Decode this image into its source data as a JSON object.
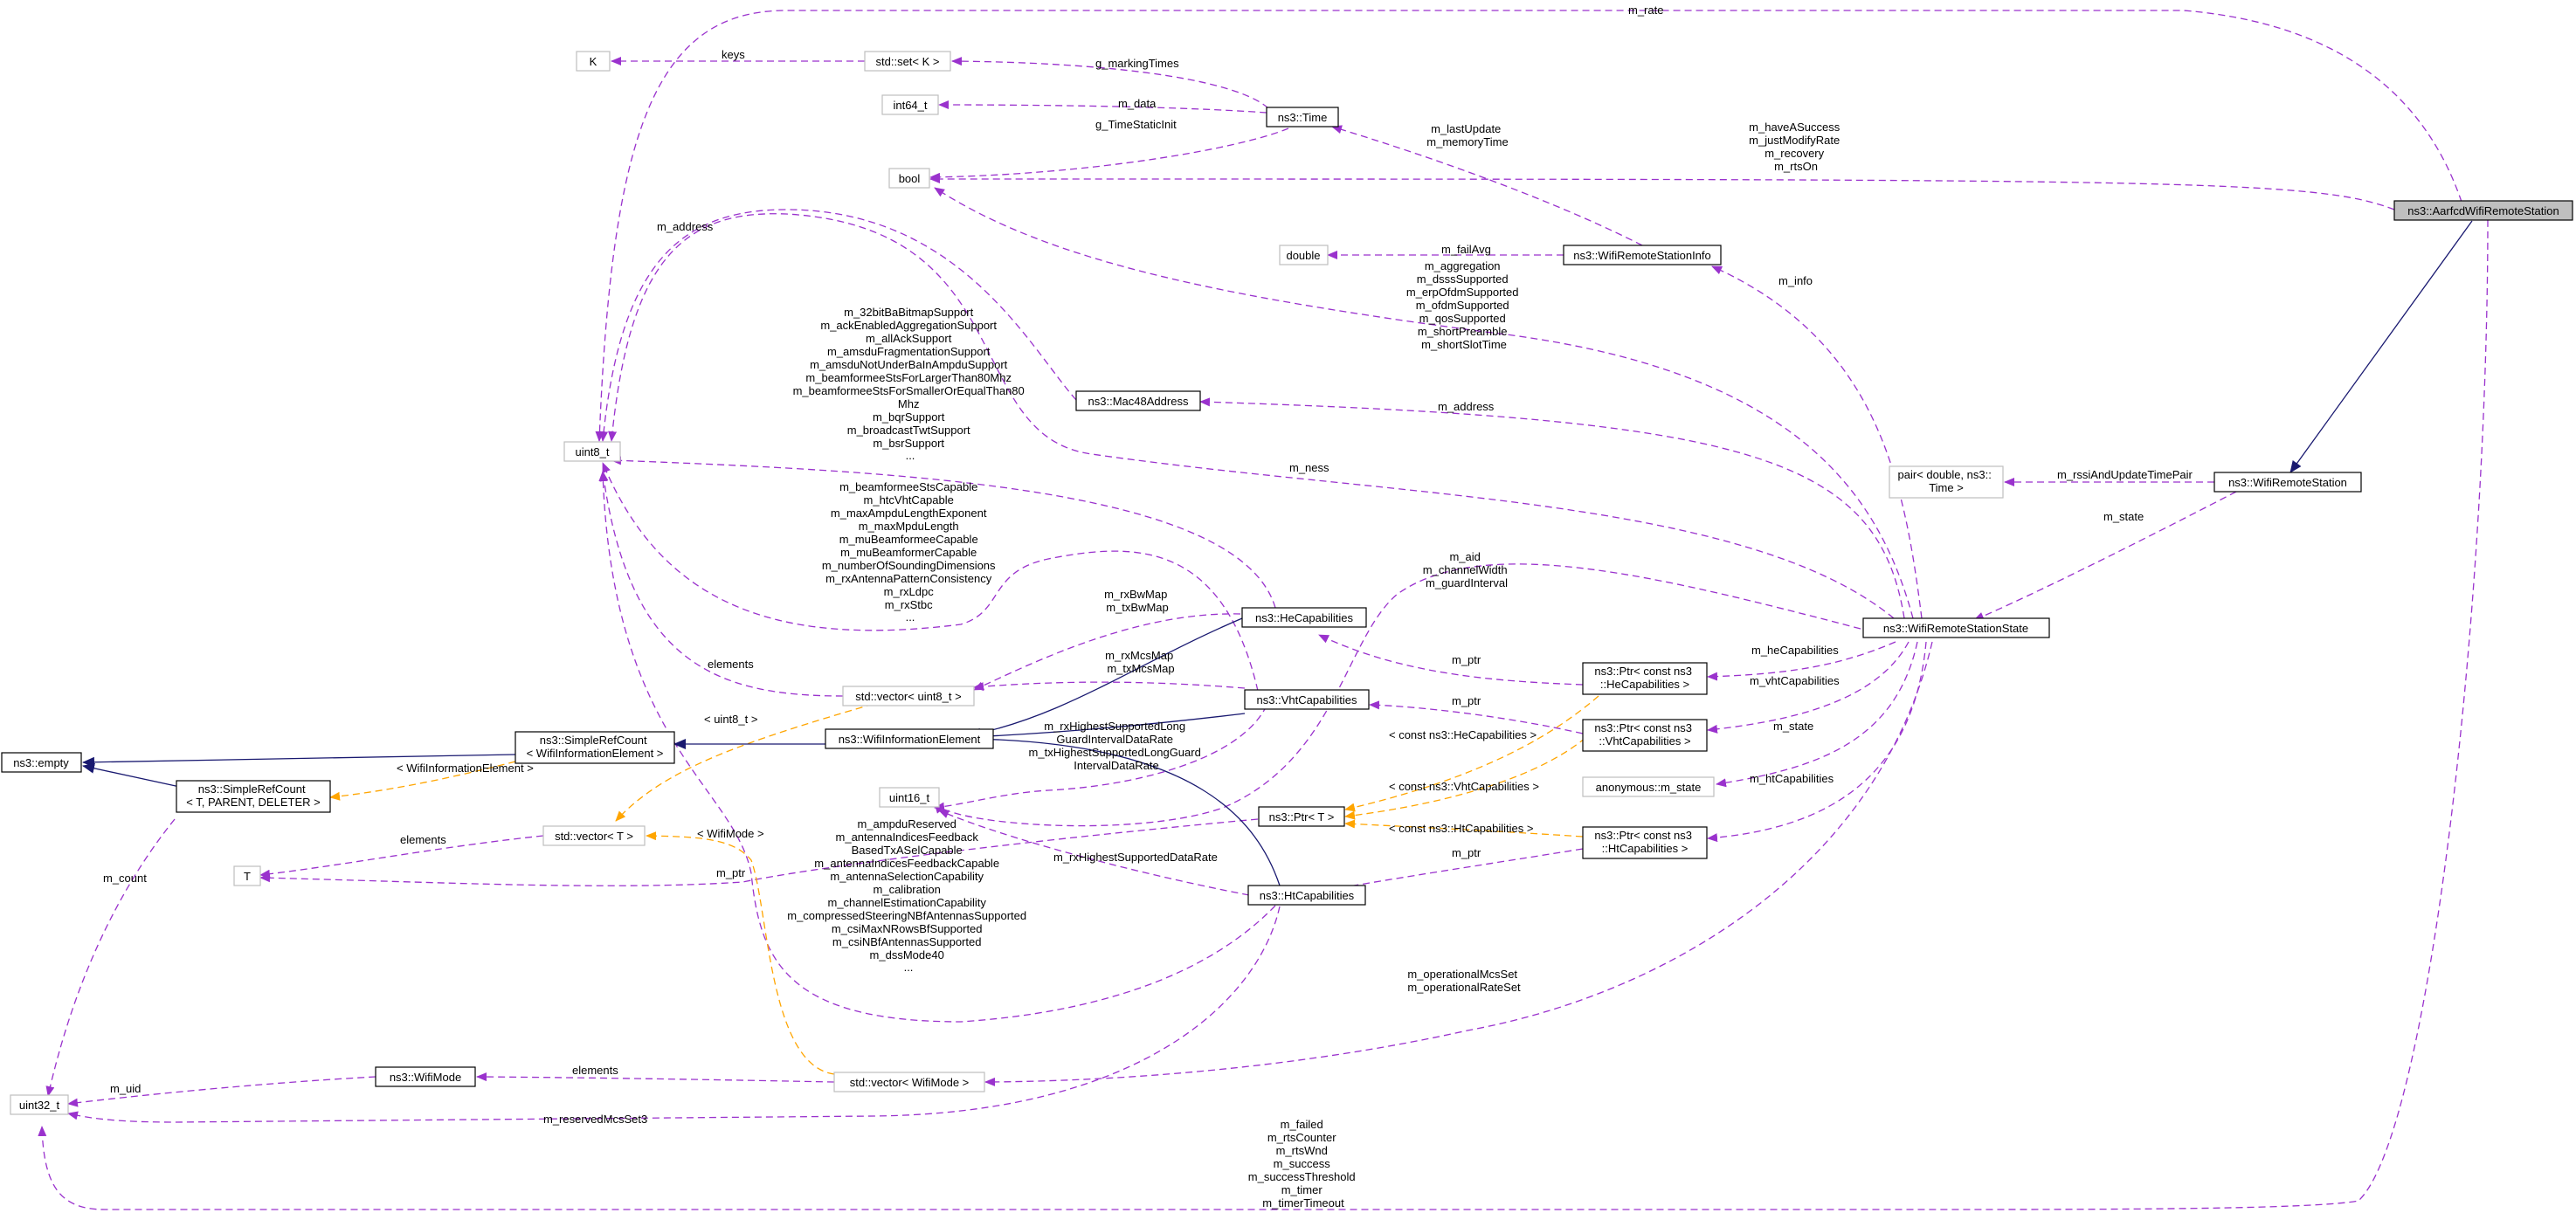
{
  "colors": {
    "usage_edge": "#9a32cd",
    "template_edge": "#ffa500",
    "inheritance_edge": "#191970",
    "highlight_fill": "#bfbfbf",
    "external_border": "#bfbfbf"
  },
  "nodes": {
    "aarfcd": "ns3::AarfcdWifiRemoteStation",
    "remote_station": "ns3::WifiRemoteStation",
    "remote_station_state": "ns3::WifiRemoteStationState",
    "remote_station_info": "ns3::WifiRemoteStationInfo",
    "time": "ns3::Time",
    "mac48": "ns3::Mac48Address",
    "he_caps": "ns3::HeCapabilities",
    "vht_caps": "ns3::VhtCapabilities",
    "ht_caps": "ns3::HtCapabilities",
    "wifi_info_element": "ns3::WifiInformationElement",
    "simple_ref_count_wie": [
      "ns3::SimpleRefCount",
      "< WifiInformationElement >"
    ],
    "simple_ref_count_t": [
      "ns3::SimpleRefCount",
      "< T, PARENT, DELETER >"
    ],
    "empty": "ns3::empty",
    "wifi_mode": "ns3::WifiMode",
    "ptr_t": "ns3::Ptr< T >",
    "ptr_he": [
      "ns3::Ptr< const ns3",
      "::HeCapabilities >"
    ],
    "ptr_vht": [
      "ns3::Ptr< const ns3",
      "::VhtCapabilities >"
    ],
    "ptr_ht": [
      "ns3::Ptr< const ns3",
      "::HtCapabilities >"
    ],
    "k": "K",
    "set_k": "std::set< K >",
    "int64": "int64_t",
    "bool": "bool",
    "double": "double",
    "uint8": "uint8_t",
    "uint16": "uint16_t",
    "uint32": "uint32_t",
    "vec_uint8": "std::vector< uint8_t >",
    "vec_t": "std::vector< T >",
    "vec_wifimode": "std::vector< WifiMode >",
    "t": "T",
    "pair": [
      "pair< double, ns3::",
      "Time >"
    ],
    "anon_state": "anonymous::m_state"
  },
  "edge_labels": {
    "m_rate": "m_rate",
    "keys": "keys",
    "g_markingTimes": "g_markingTimes",
    "m_data": "m_data",
    "g_TimeStaticInit": "g_TimeStaticInit",
    "bool_from_aarfcd": [
      "m_haveASuccess",
      "m_justModifyRate",
      "m_recovery",
      "m_rtsOn"
    ],
    "time_from_info": [
      "m_lastUpdate",
      "m_memoryTime"
    ],
    "m_failAvg": "m_failAvg",
    "m_address_uint8": "m_address",
    "bool_from_state": [
      "m_aggregation",
      "m_dsssSupported",
      "m_erpOfdmSupported",
      "m_ofdmSupported",
      "m_qosSupported",
      "m_shortPreamble",
      "m_shortSlotTime"
    ],
    "m_info": "m_info",
    "he_uint8": [
      "m_32bitBaBitmapSupport",
      "m_ackEnabledAggregationSupport",
      "m_allAckSupport",
      "m_amsduFragmentationSupport",
      "m_amsduNotUnderBaInAmpduSupport",
      "m_beamformeeStsForLargerThan80Mhz",
      "m_beamformeeStsForSmallerOrEqualThan80",
      "Mhz",
      "m_bqrSupport",
      "m_broadcastTwtSupport",
      "m_bsrSupport",
      "..."
    ],
    "m_address_mac": "m_address",
    "m_ness": "m_ness",
    "m_rssiAndUpdateTimePair": "m_rssiAndUpdateTimePair",
    "m_state_state": "m_state",
    "vht_uint8": [
      "m_beamformeeStsCapable",
      "m_htcVhtCapable",
      "m_maxAmpduLengthExponent",
      "m_maxMpduLength",
      "m_muBeamformeeCapable",
      "m_muBeamformerCapable",
      "m_numberOfSoundingDimensions",
      "m_rxAntennaPatternConsistency",
      "m_rxLdpc",
      "m_rxStbc",
      "..."
    ],
    "state_uint8": [
      "m_aid",
      "m_channelWidth",
      "m_guardInterval"
    ],
    "he_maps": [
      "m_rxBwMap",
      "m_txBwMap"
    ],
    "elements_uint8": "elements",
    "vht_maps": [
      "m_rxMcsMap",
      "m_txMcsMap"
    ],
    "m_ptr_he": "m_ptr",
    "m_heCapabilities": "m_heCapabilities",
    "m_vhtCapabilities": "m_vhtCapabilities",
    "m_ptr_vht": "m_ptr",
    "tmpl_uint8": "< uint8_t >",
    "tmpl_wie": "< WifiInformationElement >",
    "ht_uint16": [
      "m_rxHighestSupportedLong",
      "GuardIntervalDataRate",
      "m_txHighestSupportedLongGuard",
      "IntervalDataRate"
    ],
    "tmpl_he": "< const ns3::HeCapabilities >",
    "m_state_anon": "m_state",
    "tmpl_vht": "< const ns3::VhtCapabilities >",
    "m_htCapabilities": "m_htCapabilities",
    "tmpl_ht": "< const ns3::HtCapabilities >",
    "m_ptr_ht": "m_ptr",
    "m_ptr_t": "m_ptr",
    "elements_t": "elements",
    "tmpl_wifimode": "< WifiMode >",
    "ht_uint8": [
      "m_ampduReserved",
      "m_antennaIndicesFeedback",
      "BasedTxASelCapable",
      "m_antennaIndicesFeedbackCapable",
      "m_antennaSelectionCapability",
      "m_calibration",
      "m_channelEstimationCapability",
      "m_compressedSteeringNBfAntennasSupported",
      "m_csiMaxNRowsBfSupported",
      "m_csiNBfAntennasSupported",
      "m_dssMode40",
      "..."
    ],
    "m_rxHighestSupportedDataRate": "m_rxHighestSupportedDataRate",
    "m_count": "m_count",
    "m_operational": [
      "m_operationalMcsSet",
      "m_operationalRateSet"
    ],
    "m_uid": "m_uid",
    "elements_wifimode": "elements",
    "m_reservedMcsSet3": "m_reservedMcsSet3",
    "aarfcd_uint32": [
      "m_failed",
      "m_rtsCounter",
      "m_rtsWnd",
      "m_success",
      "m_successThreshold",
      "m_timer",
      "m_timerTimeout"
    ]
  }
}
